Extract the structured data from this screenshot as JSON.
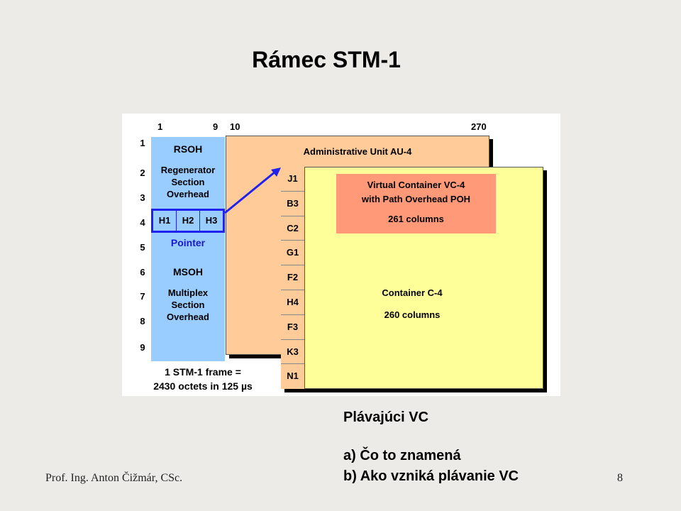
{
  "slide": {
    "title": "Rámec STM-1",
    "footer_author": "Prof. Ing. Anton Čižmár, CSc.",
    "page_number": "8"
  },
  "diagram": {
    "column_numbers": [
      "1",
      "9",
      "10",
      "270"
    ],
    "row_numbers": [
      "1",
      "2",
      "3",
      "4",
      "5",
      "6",
      "7",
      "8",
      "9"
    ],
    "rsoh": {
      "label": "RSOH",
      "desc_lines": [
        "Regenerator",
        "Section",
        "Overhead"
      ]
    },
    "pointer": {
      "cells": [
        "H1",
        "H2",
        "H3"
      ],
      "label": "Pointer"
    },
    "msoh": {
      "label": "MSOH",
      "desc_lines": [
        "Multiplex",
        "Section",
        "Overhead"
      ]
    },
    "au": {
      "label": "Administrative Unit AU-4"
    },
    "poh_bytes": [
      "J1",
      "B3",
      "C2",
      "G1",
      "F2",
      "H4",
      "F3",
      "K3",
      "N1"
    ],
    "vc": {
      "line1": "Virtual Container VC-4",
      "line2": "with Path Overhead POH",
      "line3": "261 columns"
    },
    "container": {
      "line1": "Container C-4",
      "line2": "260 columns"
    },
    "frame_note": {
      "line1": "1 STM-1 frame =",
      "line2": "2430 octets in 125 µs"
    },
    "colors": {
      "soh": "#99ccff",
      "au": "#ffcc99",
      "vc": "#ffff99",
      "vc_label": "#ff9977",
      "pointer_border": "#2222ee",
      "pointer_text": "#1a1acc"
    }
  },
  "questions": {
    "heading": "Plávajúci VC",
    "a": "a) Čo to znamená",
    "b": "b) Ako vzniká plávanie VC"
  }
}
